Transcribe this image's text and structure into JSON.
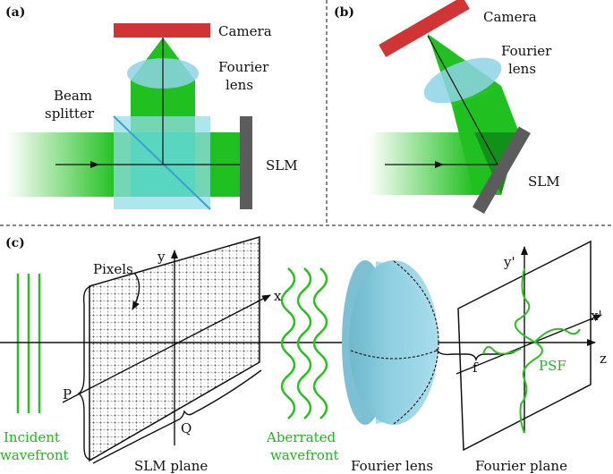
{
  "panels": {
    "a": {
      "tag": "(a)",
      "camera": "Camera",
      "fourier_lens_1": "Fourier",
      "fourier_lens_2": "lens",
      "beam_1": "Beam",
      "beam_2": "splitter",
      "slm": "SLM"
    },
    "b": {
      "tag": "(b)",
      "camera": "Camera",
      "fourier_lens_1": "Fourier",
      "fourier_lens_2": "lens",
      "slm": "SLM"
    },
    "c": {
      "tag": "(c)",
      "pixels": "Pixels",
      "axis_y": "y",
      "axis_x": "x",
      "axis_z": "z",
      "axis_yp": "y'",
      "axis_xp": "x'",
      "p": "P",
      "q": "Q",
      "f": "f",
      "psf": "PSF",
      "incident_1": "Incident",
      "incident_2": "wavefront",
      "aberrated_1": "Aberrated",
      "aberrated_2": "wavefront",
      "slm_plane": "SLM plane",
      "fourier_lens": "Fourier lens",
      "fourier_plane": "Fourier plane"
    }
  },
  "colors": {
    "camera": "#d03434",
    "lens": "#8ed3e6",
    "beam": "#1fc01f",
    "beam_dark": "#11901a",
    "splitter": "#93dde8",
    "slm": "#5c5c5c",
    "wavefront": "#2bbf22"
  }
}
